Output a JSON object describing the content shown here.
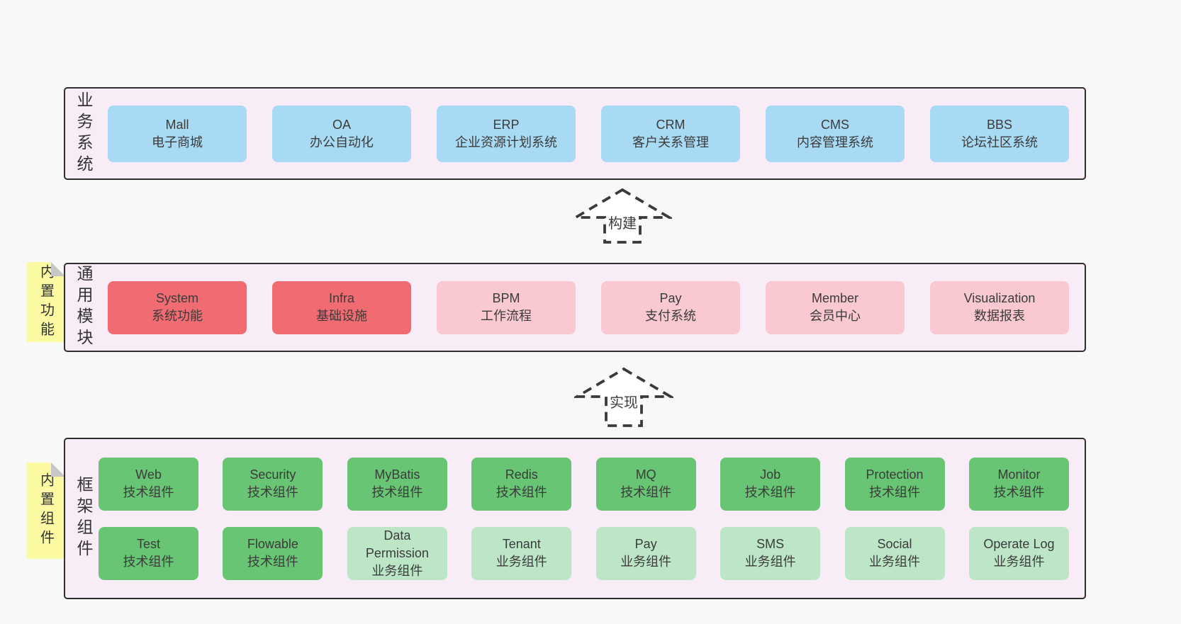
{
  "colors": {
    "page_bg": "#f8f8f8",
    "band_bg": "#f8edf6",
    "band_border": "#2f2f2f",
    "note_bg": "#fbf9a2",
    "note_fold": "#c7c7c7",
    "arrow_stroke": "#3a3a3a",
    "text": "#3b3b3b",
    "blue": "#a9daf3",
    "red": "#f16c72",
    "pink": "#f9c8d1",
    "green": "#67c573",
    "lightgreen": "#bde6c7"
  },
  "arrows": [
    {
      "label": "构建"
    },
    {
      "label": "实现"
    }
  ],
  "bands": [
    {
      "id": "business-systems",
      "side_label": "业务系统",
      "note": null,
      "rows": [
        [
          {
            "name": "Mall",
            "desc": "电子商城",
            "type": "blue"
          },
          {
            "name": "OA",
            "desc": "办公自动化",
            "type": "blue"
          },
          {
            "name": "ERP",
            "desc": "企业资源计划系统",
            "type": "blue"
          },
          {
            "name": "CRM",
            "desc": "客户关系管理",
            "type": "blue"
          },
          {
            "name": "CMS",
            "desc": "内容管理系统",
            "type": "blue"
          },
          {
            "name": "BBS",
            "desc": "论坛社区系统",
            "type": "blue"
          }
        ]
      ]
    },
    {
      "id": "common-modules",
      "side_label": "通用模块",
      "note": "内置功能",
      "rows": [
        [
          {
            "name": "System",
            "desc": "系统功能",
            "type": "red"
          },
          {
            "name": "Infra",
            "desc": "基础设施",
            "type": "red"
          },
          {
            "name": "BPM",
            "desc": "工作流程",
            "type": "pink"
          },
          {
            "name": "Pay",
            "desc": "支付系统",
            "type": "pink"
          },
          {
            "name": "Member",
            "desc": "会员中心",
            "type": "pink"
          },
          {
            "name": "Visualization",
            "desc": "数据报表",
            "type": "pink"
          }
        ]
      ]
    },
    {
      "id": "framework-components",
      "side_label": "框架组件",
      "note": "内置组件",
      "rows": [
        [
          {
            "name": "Web",
            "desc": "技术组件",
            "type": "green"
          },
          {
            "name": "Security",
            "desc": "技术组件",
            "type": "green"
          },
          {
            "name": "MyBatis",
            "desc": "技术组件",
            "type": "green"
          },
          {
            "name": "Redis",
            "desc": "技术组件",
            "type": "green"
          },
          {
            "name": "MQ",
            "desc": "技术组件",
            "type": "green"
          },
          {
            "name": "Job",
            "desc": "技术组件",
            "type": "green"
          },
          {
            "name": "Protection",
            "desc": "技术组件",
            "type": "green"
          },
          {
            "name": "Monitor",
            "desc": "技术组件",
            "type": "green"
          }
        ],
        [
          {
            "name": "Test",
            "desc": "技术组件",
            "type": "green"
          },
          {
            "name": "Flowable",
            "desc": "技术组件",
            "type": "green"
          },
          {
            "name": "Data Permission",
            "desc": "业务组件",
            "type": "lightgreen"
          },
          {
            "name": "Tenant",
            "desc": "业务组件",
            "type": "lightgreen"
          },
          {
            "name": "Pay",
            "desc": "业务组件",
            "type": "lightgreen"
          },
          {
            "name": "SMS",
            "desc": "业务组件",
            "type": "lightgreen"
          },
          {
            "name": "Social",
            "desc": "业务组件",
            "type": "lightgreen"
          },
          {
            "name": "Operate Log",
            "desc": "业务组件",
            "type": "lightgreen"
          }
        ]
      ]
    }
  ]
}
